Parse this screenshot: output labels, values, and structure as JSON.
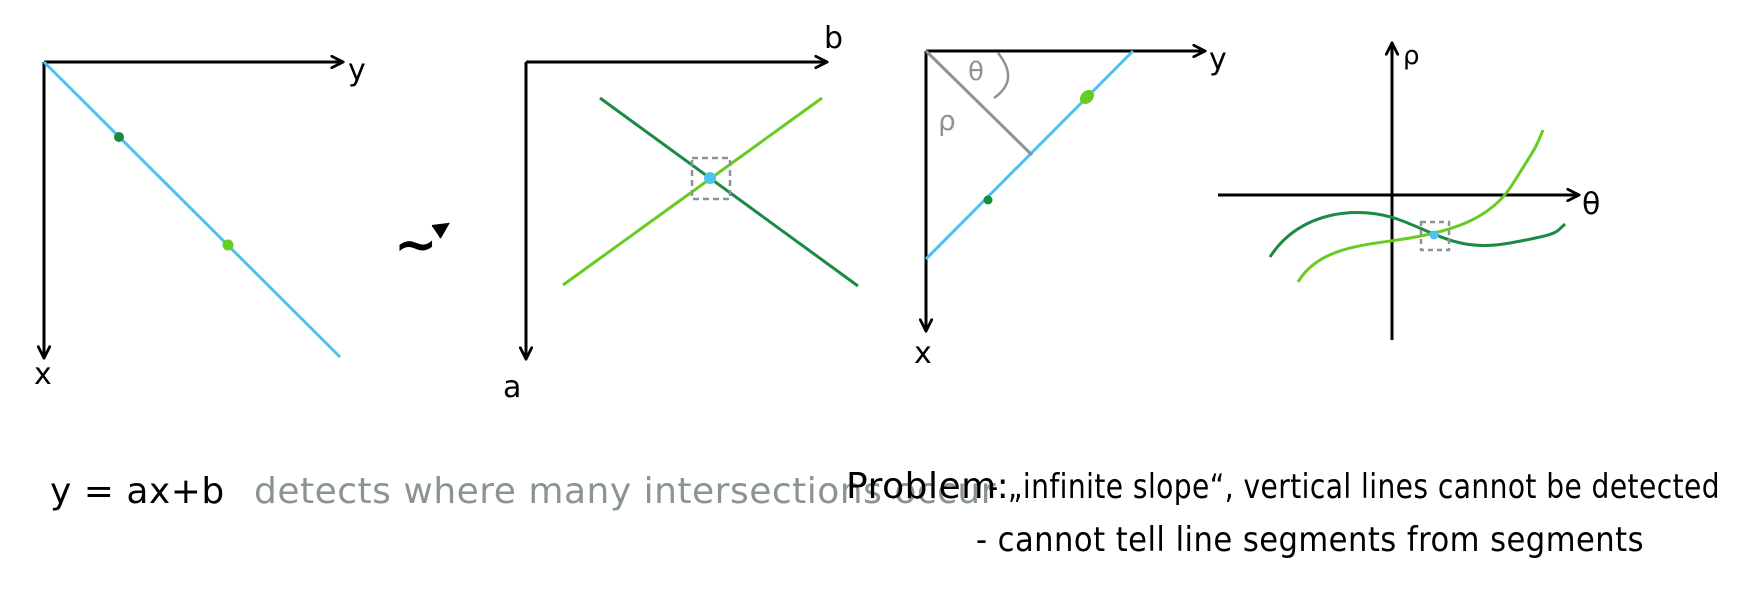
{
  "colors": {
    "axis": "#000000",
    "image_line": "#4cc3ee",
    "light_green": "#66cc22",
    "dark_green": "#1b8a45",
    "grey": "#8a9497"
  },
  "panel1": {
    "x_axis_label": "x",
    "y_axis_label": "y"
  },
  "transform_symbol": "~",
  "panel2": {
    "a_axis_label": "a",
    "b_axis_label": "b"
  },
  "panel3": {
    "x_axis_label": "x",
    "y_axis_label": "y",
    "theta_label": "θ",
    "rho_label": "ρ"
  },
  "panel4": {
    "rho_axis_label": "ρ",
    "theta_axis_label": "θ"
  },
  "notes": {
    "equation": "y = ax+b",
    "hough_note": "detects where many intersections occur",
    "problem_label": "Problem:",
    "problem_1": "- „infinite slope“, vertical lines cannot be detected",
    "problem_2": "- cannot tell line segments from segments"
  }
}
